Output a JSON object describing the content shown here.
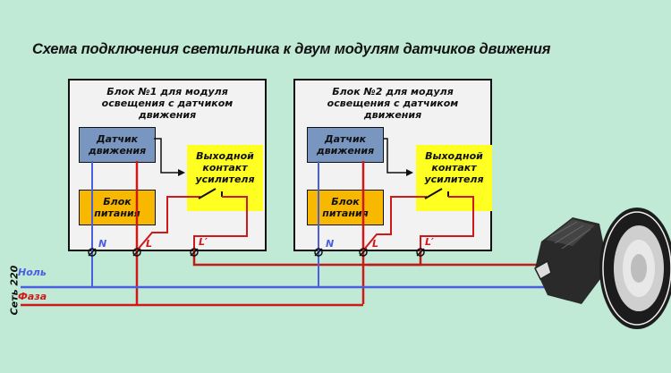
{
  "title": "Схема подключения светильника к двум модулям датчиков движения",
  "blocks": [
    {
      "title_lines": [
        "Блок №1 для модуля",
        "освещения с датчиком",
        "движения"
      ],
      "sensor": [
        "Датчик",
        "движения"
      ],
      "psu": [
        "Блок",
        "питания"
      ],
      "relay": [
        "Выходной",
        "контакт",
        "усилителя"
      ],
      "terminals": {
        "n": "N",
        "l": "L",
        "l_out": "L′"
      }
    },
    {
      "title_lines": [
        "Блок №2 для модуля",
        "освещения с датчиком",
        "движения"
      ],
      "sensor": [
        "Датчик",
        "движения"
      ],
      "psu": [
        "Блок",
        "питания"
      ],
      "relay": [
        "Выходной",
        "контакт",
        "усилителя"
      ],
      "terminals": {
        "n": "N",
        "l": "L",
        "l_out": "L′"
      }
    }
  ],
  "mains": {
    "label": "Сеть 220",
    "neutral": "Ноль",
    "phase": "Фаза"
  },
  "colors": {
    "background": "#c0ead5",
    "neutral": "#4a5fe0",
    "phase": "#d01818",
    "sensor": "#7896c0",
    "psu": "#f8b800",
    "relay": "#ffff22"
  },
  "lamp": {
    "icon": "led-floodlight"
  }
}
